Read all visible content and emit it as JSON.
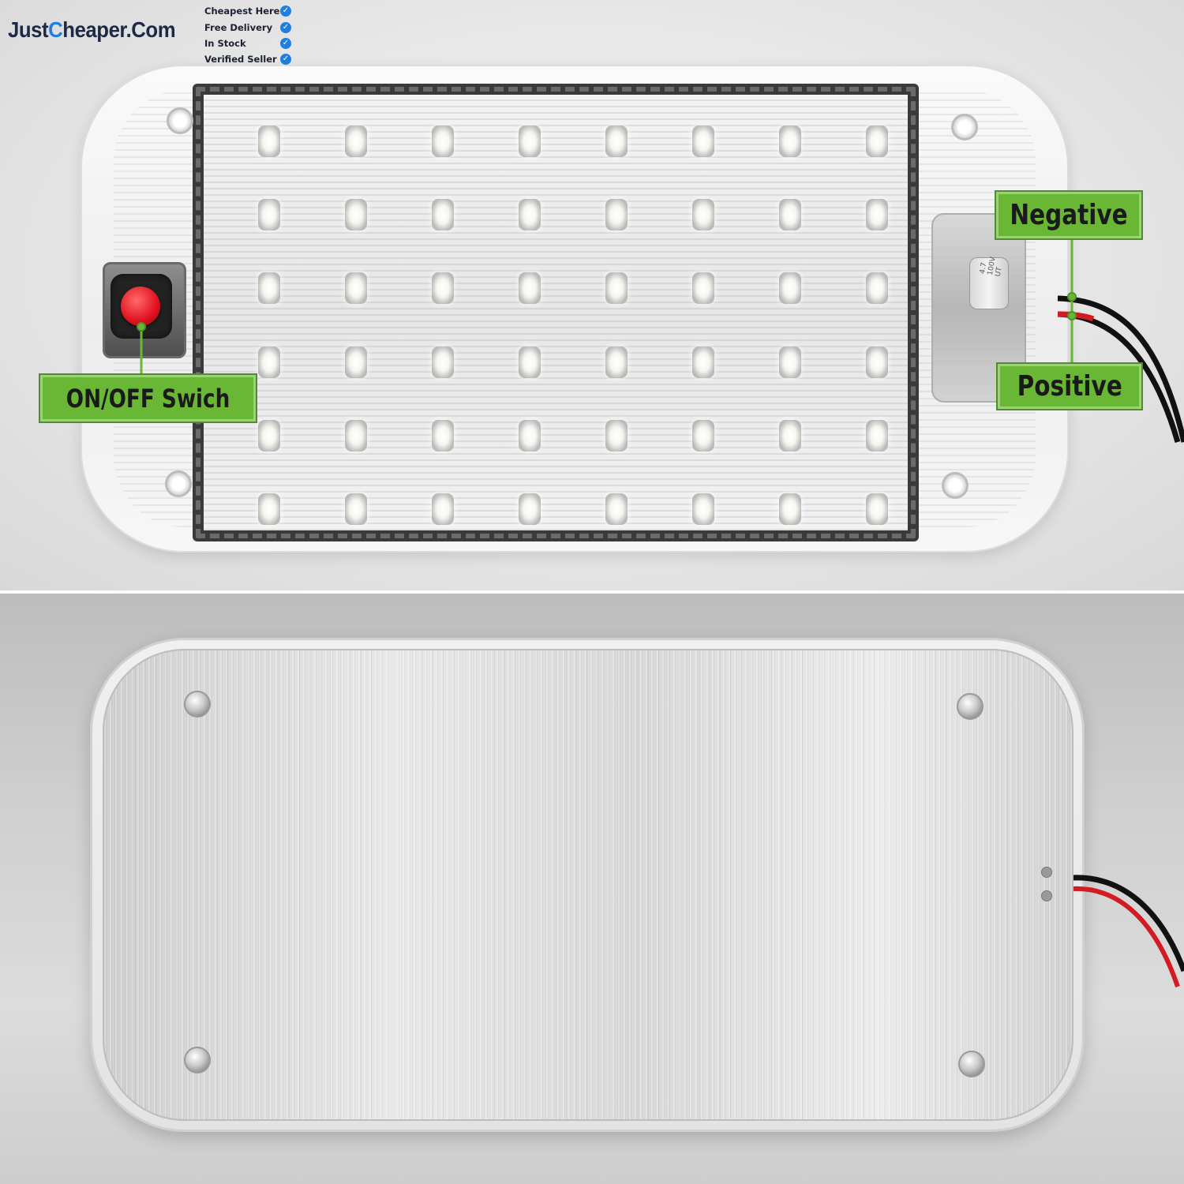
{
  "logo": {
    "prefix": "Just",
    "accent_letter": "C",
    "suffix": "heaper.Com"
  },
  "badges": [
    {
      "label": "Cheapest Here"
    },
    {
      "label": "Free Delivery"
    },
    {
      "label": "In Stock"
    },
    {
      "label": "Verified Seller"
    }
  ],
  "callouts": {
    "negative": "Negative",
    "positive": "Positive",
    "switch": "ON/OFF Swich"
  },
  "capacitor_text": "4.7\n100V\nUT",
  "colors": {
    "callout_green": "#6ab735",
    "logo_blue": "#1e7fe0",
    "logo_dark": "#1e2a44",
    "switch_red": "#e0111e"
  },
  "icons": [
    "checkmark-badge-icon"
  ]
}
